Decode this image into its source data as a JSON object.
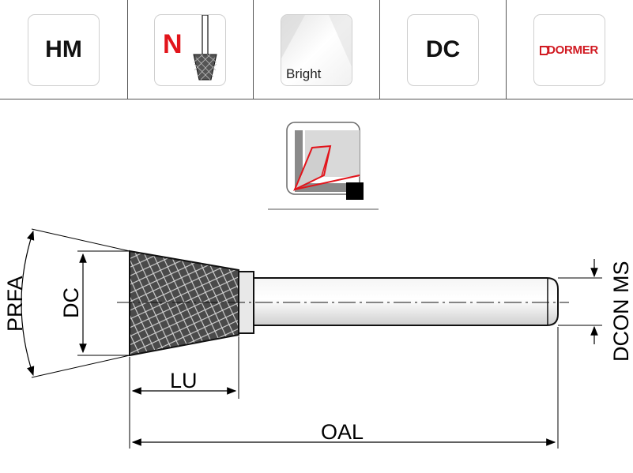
{
  "badges": {
    "material": "HM",
    "shape_letter": "N",
    "finish": "Bright",
    "cut": "DC",
    "brand": "DORMER"
  },
  "dimensions": {
    "prfa": "PRFA",
    "dc": "DC",
    "lu": "LU",
    "oal": "OAL",
    "dcon": "DCON MS"
  },
  "colors": {
    "accent_red": "#e2141b",
    "line": "#000000"
  },
  "icons": [
    "inverted-cone-burr-icon",
    "bright-finish-icon",
    "cutting-edge-icon",
    "dormer-logo-icon"
  ]
}
